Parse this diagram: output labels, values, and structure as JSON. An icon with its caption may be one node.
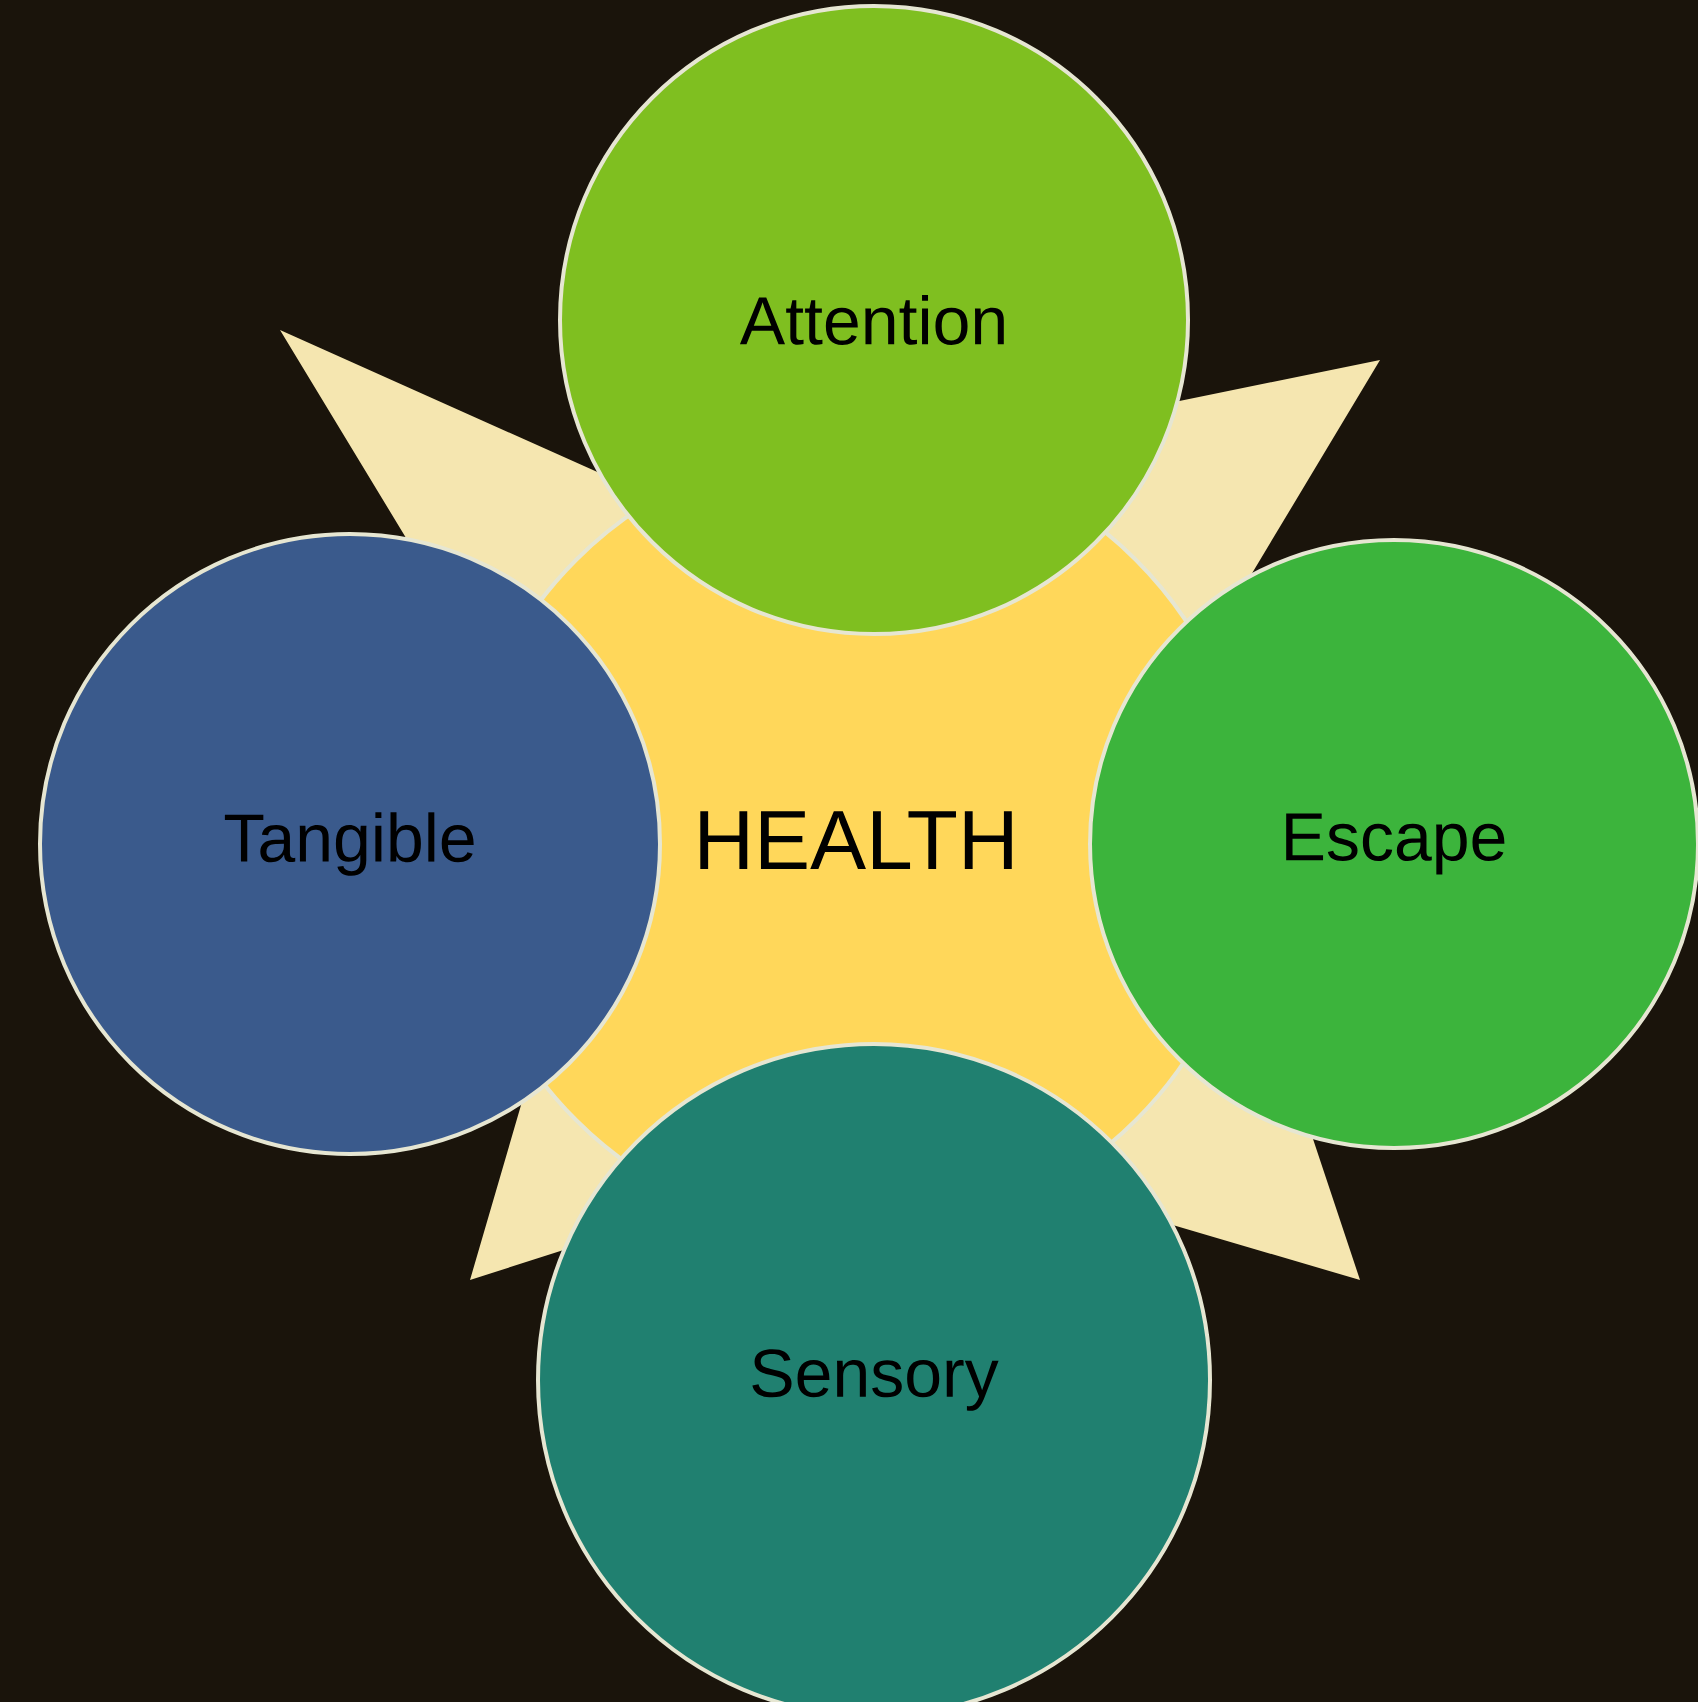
{
  "diagram": {
    "nodes": [
      {
        "text": [
          "Attention"
        ]
      },
      {
        "text": [
          "Tangible"
        ]
      },
      {
        "text": [
          "HEALTH"
        ]
      },
      {
        "text": [
          "Escape"
        ]
      },
      {
        "text": [
          "Sensory"
        ]
      }
    ]
  }
}
